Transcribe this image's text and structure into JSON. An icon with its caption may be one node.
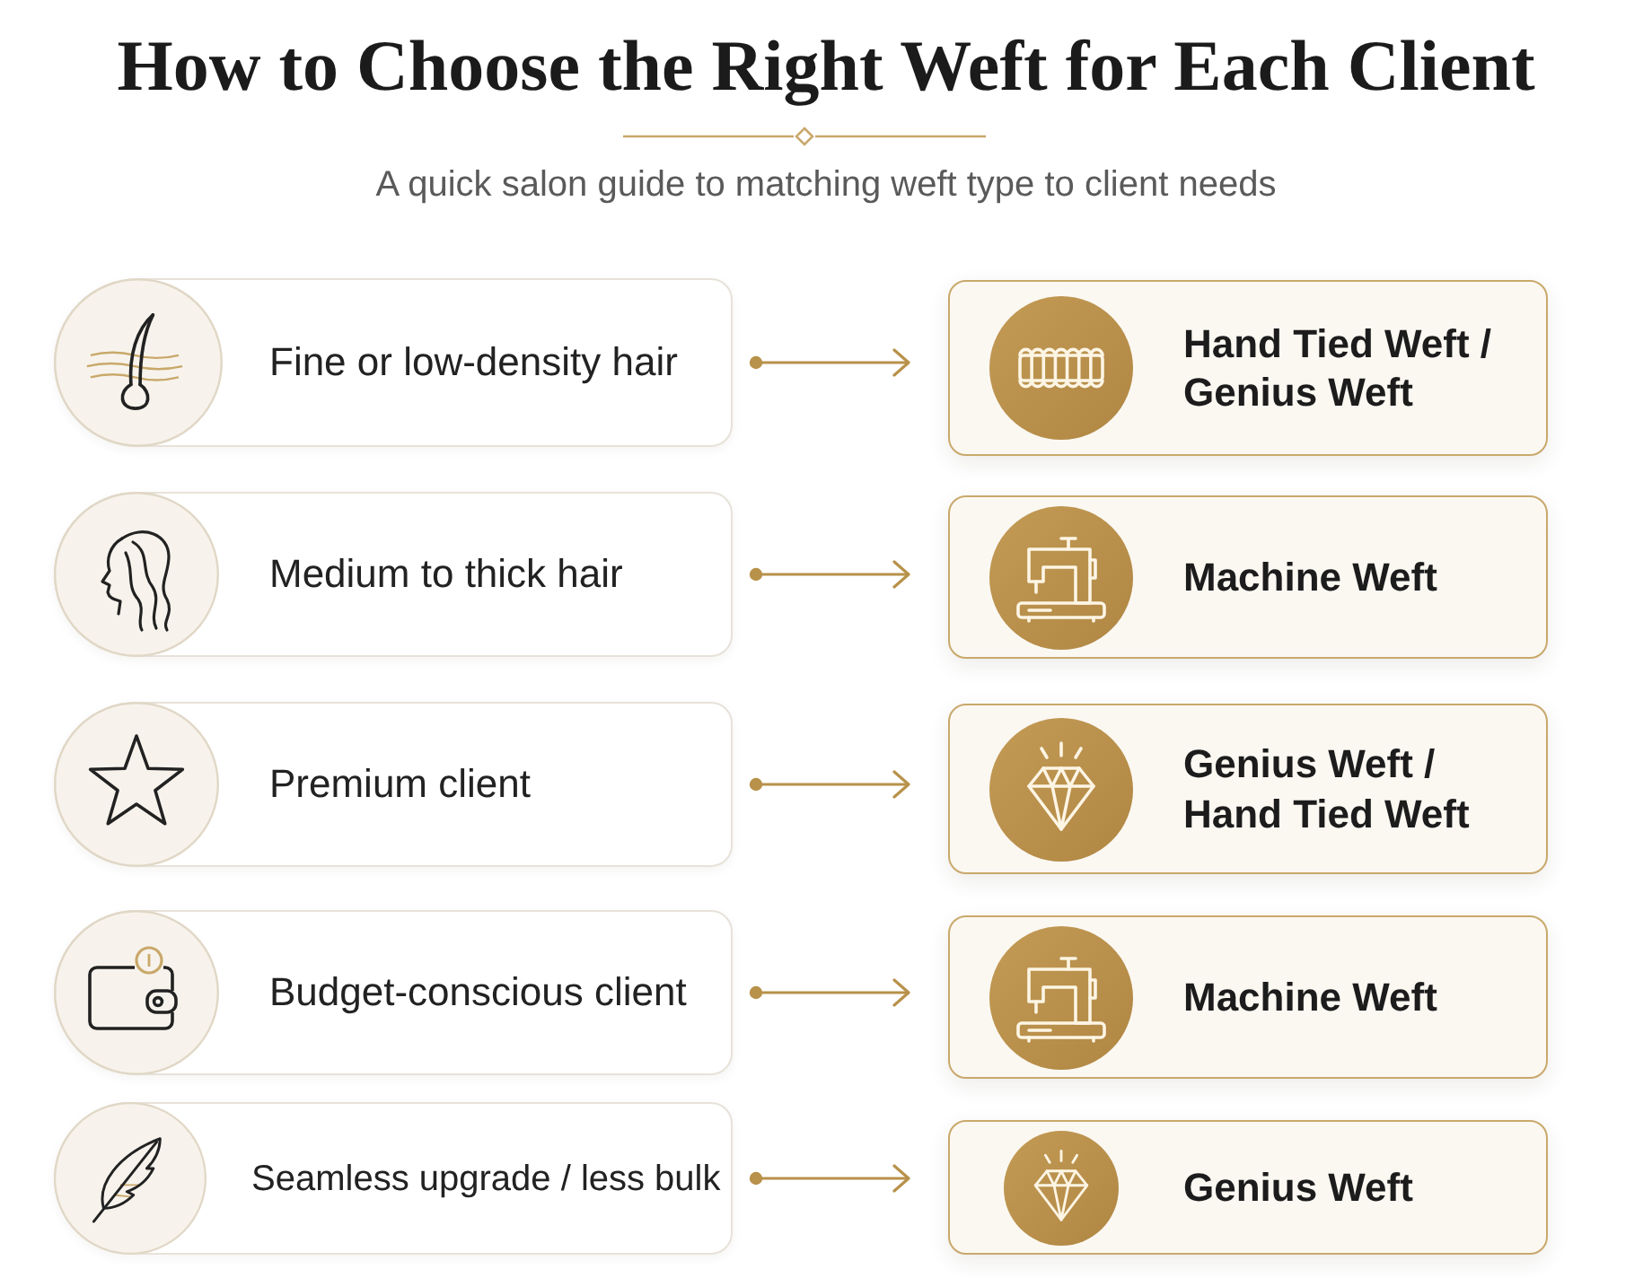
{
  "diagram": {
    "title": "How to Choose the Right Weft for Each Client",
    "nodes": [
      {
        "text": [
          "Fine or low-density hair"
        ]
      },
      {
        "text": [
          "Hand Tied Weft / Genius Weft"
        ]
      },
      {
        "text": [
          "Medium to thick hair"
        ]
      },
      {
        "text": [
          "Machine Weft"
        ]
      },
      {
        "text": [
          "Premium client"
        ]
      },
      {
        "text": [
          "Genius Weft / Hand Tied Weft"
        ]
      },
      {
        "text": [
          "Budget-conscious client"
        ]
      },
      {
        "text": [
          "Machine Weft"
        ]
      },
      {
        "text": [
          "Seamless upgrade / less bulk"
        ]
      },
      {
        "text": [
          "Genius Weft"
        ]
      }
    ],
    "edges": [
      {
        "from": 0,
        "to": 1,
        "arrow": "to"
      },
      {
        "from": 2,
        "to": 3,
        "arrow": "to"
      },
      {
        "from": 4,
        "to": 5,
        "arrow": "to"
      },
      {
        "from": 6,
        "to": 7,
        "arrow": "to"
      },
      {
        "from": 8,
        "to": 9,
        "arrow": "to"
      }
    ],
    "labels": [
      "A quick salon guide to matching weft type to client needs"
    ]
  }
}
